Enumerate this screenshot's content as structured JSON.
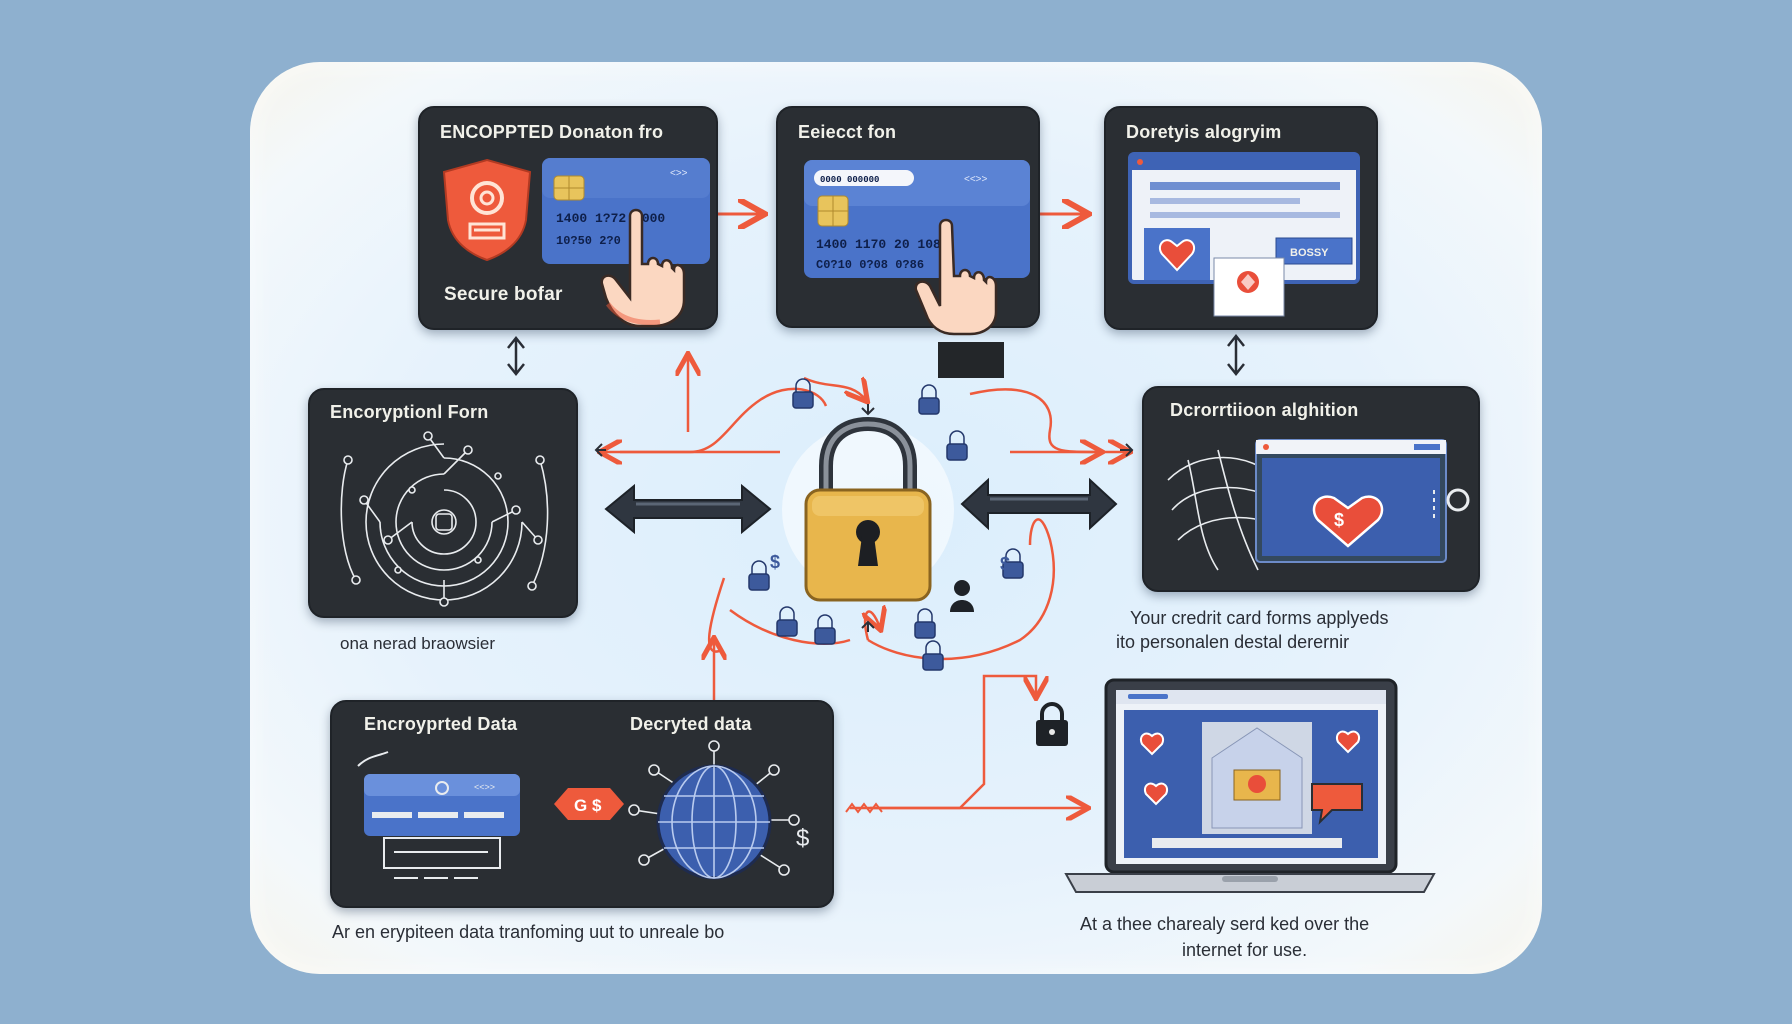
{
  "panels": {
    "top_left": {
      "title": "ENCOPPTED  Donaton fro",
      "label": "Secure bofar",
      "card_line1": "1400  1?72  ?000",
      "card_line2": "10?50  2?0"
    },
    "top_middle": {
      "title": "Eeiecct fon",
      "card_pill": "0000 000000",
      "card_line1": "1400  1170  20   1080",
      "card_line2": "C0?10  0?08 0?86"
    },
    "top_right": {
      "title": "Doretyis alogryim",
      "button": "BOSSY"
    },
    "mid_left": {
      "title": "Encoryptionl Forn"
    },
    "mid_right": {
      "title": "Dcrorrtiioon alghition"
    },
    "bottom_left": {
      "title_left": "Encroyprted Data",
      "title_right": "Decryted data",
      "tag": "G $"
    }
  },
  "captions": {
    "mid_left": "ona nerad braowsier",
    "mid_right_line1": "Your credrit card forms applyeds",
    "mid_right_line2": "ito personalen destal derernir",
    "bottom_left": "Ar en erypiteen data tranfoming uut to unreale bo",
    "bottom_right_line1": "At a thee charealy serd ked over the",
    "bottom_right_line2": "internet for use."
  },
  "floating_glyphs": [
    "$",
    "$",
    "$"
  ],
  "colors": {
    "panel": "#2a2e33",
    "accent_red": "#ee5a3c",
    "card_blue": "#4a73c9",
    "lock_gold": "#e8b64c",
    "heart": "#e94e3a",
    "background": "#8eb0cf"
  },
  "icons": [
    "shield-icon",
    "credit-card-icon",
    "pointing-hand-icon",
    "browser-window-icon",
    "heart-icon",
    "padlock-icon",
    "circuit-maze-icon",
    "globe-icon",
    "laptop-icon",
    "chat-bubble-icon",
    "double-arrow-icon"
  ]
}
